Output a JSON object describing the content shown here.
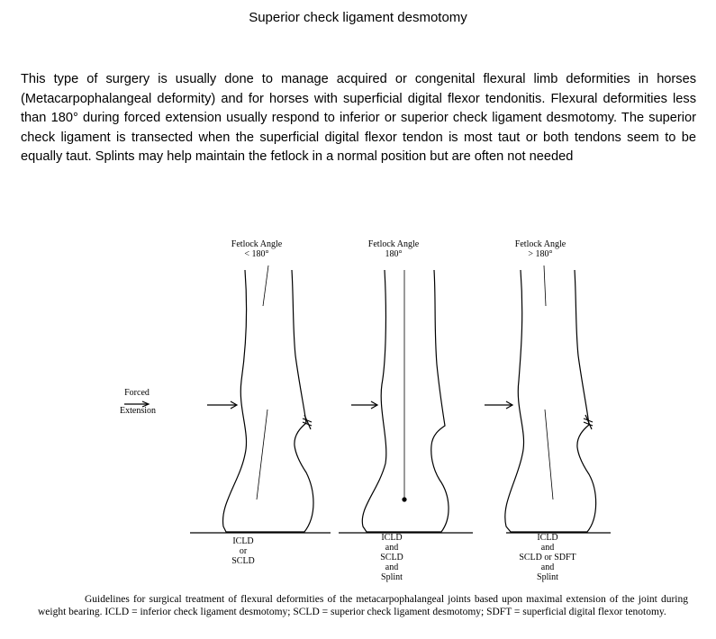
{
  "title": "Superior check ligament desmotomy",
  "paragraph": "This type of surgery is usually done to manage acquired or congenital flexural limb deformities in horses (Metacarpophalangeal deformity) and for horses with superficial digital flexor tendonitis. Flexural deformities less than 180° during forced extension usually respond to inferior or superior check ligament desmotomy. The superior check ligament is transected when the superficial digital flexor tendon is most taut or both tendons seem to be equally taut. Splints may help maintain the fetlock in a normal position but are often not needed",
  "figure": {
    "forced_label_line1": "Forced",
    "forced_label_line2": "Extension",
    "panels": [
      {
        "angle_label": "Fetlock Angle",
        "angle_value": "< 180°",
        "treatment": [
          "ICLD",
          "or",
          "SCLD"
        ]
      },
      {
        "angle_label": "Fetlock Angle",
        "angle_value": "180°",
        "treatment": [
          "ICLD",
          "and",
          "SCLD",
          "and",
          "Splint"
        ]
      },
      {
        "angle_label": "Fetlock Angle",
        "angle_value": "> 180°",
        "treatment": [
          "ICLD",
          "and",
          "SCLD or SDFT",
          "and",
          "Splint"
        ]
      }
    ]
  },
  "caption": "Guidelines for surgical treatment of flexural deformities of the metacarpophalangeal joints based upon maximal extension of the joint during weight bearing. ICLD = inferior check ligament desmotomy; SCLD = superior check ligament desmotomy; SDFT = superficial digital flexor tenotomy."
}
